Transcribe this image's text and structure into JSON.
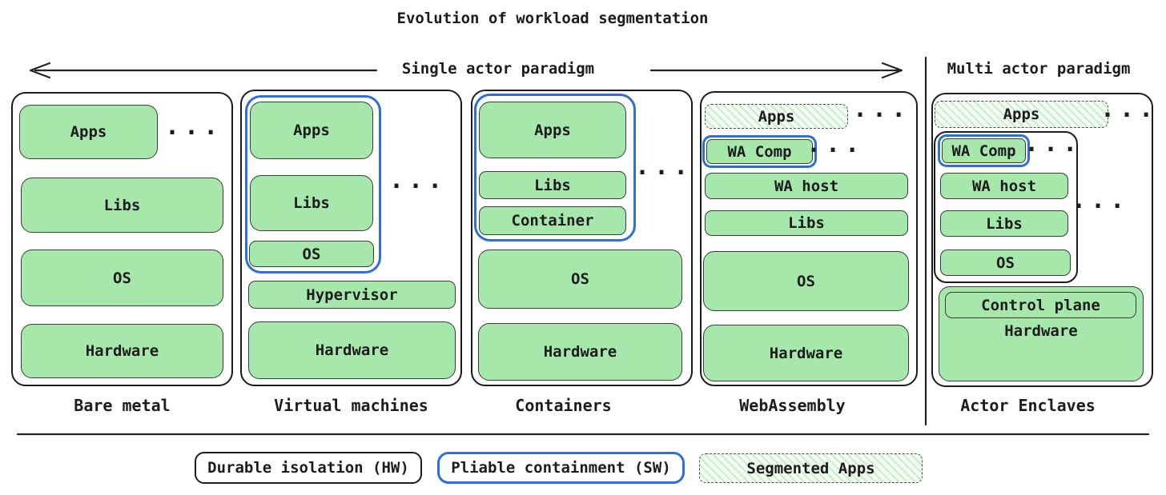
{
  "title": "Evolution of workload segmentation",
  "paradigms": {
    "single": "Single actor paradigm",
    "multi": "Multi actor paradigm"
  },
  "ellipsis": "···",
  "columns": [
    {
      "label": "Bare metal",
      "apps": "Apps",
      "libs": "Libs",
      "os": "OS",
      "hardware": "Hardware"
    },
    {
      "label": "Virtual machines",
      "apps": "Apps",
      "libs": "Libs",
      "os": "OS",
      "hypervisor": "Hypervisor",
      "hardware": "Hardware"
    },
    {
      "label": "Containers",
      "apps": "Apps",
      "libs": "Libs",
      "container": "Container",
      "os": "OS",
      "hardware": "Hardware"
    },
    {
      "label": "WebAssembly",
      "apps": "Apps",
      "wa_comp": "WA Comp",
      "wa_host": "WA host",
      "libs": "Libs",
      "os": "OS",
      "hardware": "Hardware"
    },
    {
      "label": "Actor Enclaves",
      "apps": "Apps",
      "wa_comp": "WA Comp",
      "wa_host": "WA host",
      "libs": "Libs",
      "os": "OS",
      "control_plane": "Control plane",
      "hardware": "Hardware"
    }
  ],
  "legend": [
    {
      "label": "Durable isolation (HW)",
      "style": "durable-hw"
    },
    {
      "label": "Pliable containment (SW)",
      "style": "pliable-sw"
    },
    {
      "label": "Segmented Apps",
      "style": "segmented-apps"
    }
  ],
  "colors": {
    "green_fill": "#a6e7ab",
    "blue_containment": "#2e6ed8",
    "ink": "#1c1c1c"
  }
}
